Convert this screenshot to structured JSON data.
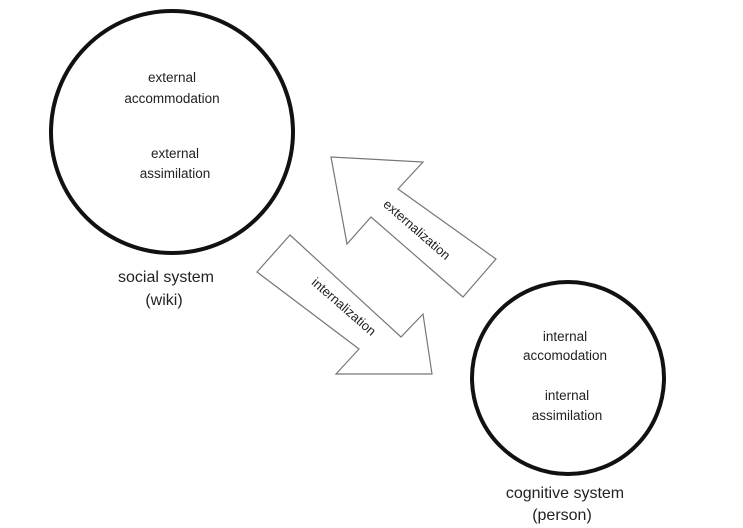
{
  "social_system": {
    "top_line1": "external",
    "top_line2": "accommodation",
    "bottom_line1": "external",
    "bottom_line2": "assimilation",
    "caption_line1": "social system",
    "caption_line2": "(wiki)"
  },
  "cognitive_system": {
    "top_line1": "internal",
    "top_line2": "accomodation",
    "bottom_line1": "internal",
    "bottom_line2": "assimilation",
    "caption_line1": "cognitive system",
    "caption_line2": "(person)"
  },
  "arrows": {
    "externalization": "externalization",
    "internalization": "internalization"
  },
  "colors": {
    "stroke": "#111111",
    "arrow_stroke": "#777777",
    "text": "#222222"
  }
}
